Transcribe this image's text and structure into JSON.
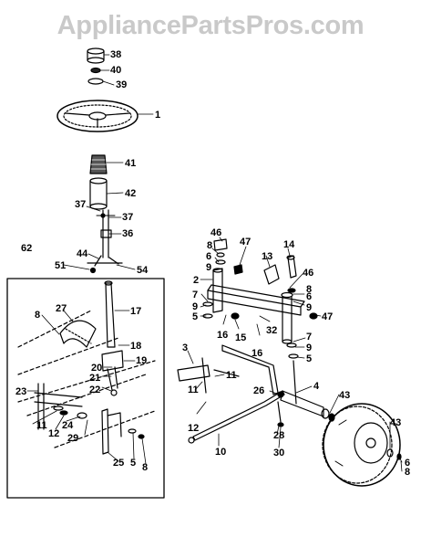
{
  "watermark": "AppliancePartsPros.com",
  "callouts": [
    {
      "id": "c38",
      "text": "38"
    },
    {
      "id": "c40",
      "text": "40"
    },
    {
      "id": "c39",
      "text": "39"
    },
    {
      "id": "c1",
      "text": "1"
    },
    {
      "id": "c41",
      "text": "41"
    },
    {
      "id": "c42",
      "text": "42"
    },
    {
      "id": "c37a",
      "text": "37"
    },
    {
      "id": "c37b",
      "text": "37"
    },
    {
      "id": "c36",
      "text": "36"
    },
    {
      "id": "c62",
      "text": "62"
    },
    {
      "id": "c44",
      "text": "44"
    },
    {
      "id": "c51",
      "text": "51"
    },
    {
      "id": "c54",
      "text": "54"
    },
    {
      "id": "c8a",
      "text": "8"
    },
    {
      "id": "c27",
      "text": "27"
    },
    {
      "id": "c17",
      "text": "17"
    },
    {
      "id": "c18",
      "text": "18"
    },
    {
      "id": "c19",
      "text": "19"
    },
    {
      "id": "c20",
      "text": "20"
    },
    {
      "id": "c21",
      "text": "21"
    },
    {
      "id": "c22",
      "text": "22"
    },
    {
      "id": "c23",
      "text": "23"
    },
    {
      "id": "c11a",
      "text": "11"
    },
    {
      "id": "c12a",
      "text": "12"
    },
    {
      "id": "c24",
      "text": "24"
    },
    {
      "id": "c29",
      "text": "29"
    },
    {
      "id": "c25",
      "text": "25"
    },
    {
      "id": "c5a",
      "text": "5"
    },
    {
      "id": "c8b",
      "text": "8"
    },
    {
      "id": "c46a",
      "text": "46"
    },
    {
      "id": "c8c",
      "text": "8"
    },
    {
      "id": "c6a",
      "text": "6"
    },
    {
      "id": "c9a",
      "text": "9"
    },
    {
      "id": "c47a",
      "text": "47"
    },
    {
      "id": "c13",
      "text": "13"
    },
    {
      "id": "c14",
      "text": "14"
    },
    {
      "id": "c46b",
      "text": "46"
    },
    {
      "id": "c2",
      "text": "2"
    },
    {
      "id": "c7a",
      "text": "7"
    },
    {
      "id": "c9b",
      "text": "9"
    },
    {
      "id": "c5b",
      "text": "5"
    },
    {
      "id": "c8d",
      "text": "8"
    },
    {
      "id": "c6b",
      "text": "6"
    },
    {
      "id": "c9c",
      "text": "9"
    },
    {
      "id": "c47b",
      "text": "47"
    },
    {
      "id": "c16a",
      "text": "16"
    },
    {
      "id": "c15",
      "text": "15"
    },
    {
      "id": "c16b",
      "text": "16"
    },
    {
      "id": "c32",
      "text": "32"
    },
    {
      "id": "c7b",
      "text": "7"
    },
    {
      "id": "c9d",
      "text": "9"
    },
    {
      "id": "c5c",
      "text": "5"
    },
    {
      "id": "c3",
      "text": "3"
    },
    {
      "id": "c11b",
      "text": "11"
    },
    {
      "id": "c11c",
      "text": "11"
    },
    {
      "id": "c12b",
      "text": "12"
    },
    {
      "id": "c4",
      "text": "4"
    },
    {
      "id": "c26",
      "text": "26"
    },
    {
      "id": "c43a",
      "text": "43"
    },
    {
      "id": "c43b",
      "text": "43"
    },
    {
      "id": "c10",
      "text": "10"
    },
    {
      "id": "c28",
      "text": "28"
    },
    {
      "id": "c30",
      "text": "30"
    },
    {
      "id": "c6c",
      "text": "6"
    },
    {
      "id": "c8e",
      "text": "8"
    }
  ]
}
